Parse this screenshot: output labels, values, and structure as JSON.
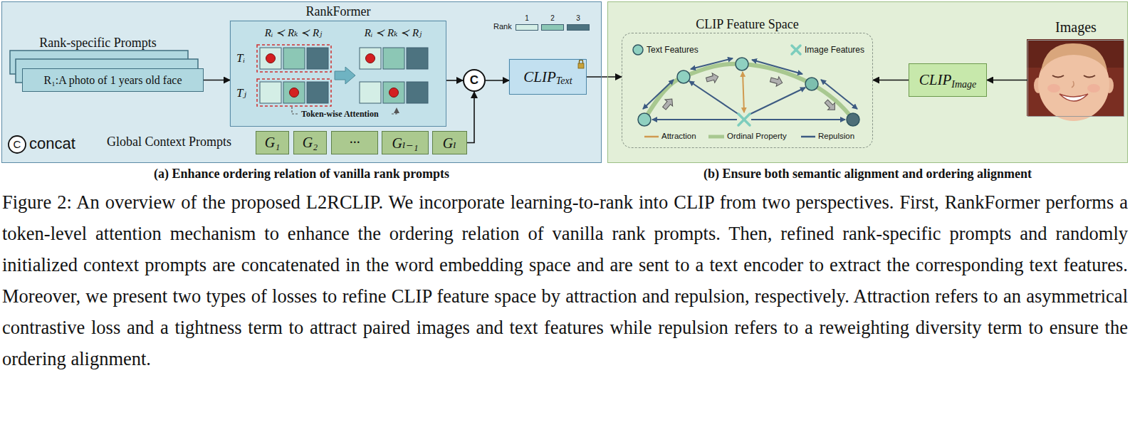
{
  "diagram": {
    "caption": "Figure 2: An overview of the proposed L2RCLIP. We incorporate learning-to-rank into CLIP from two perspectives. First, RankFormer performs a token-level attention mechanism to enhance the ordering relation of vanilla rank prompts. Then, refined rank-specific prompts and randomly initialized context prompts are concatenated in the word embedding space and are sent to a text encoder to extract the corresponding text features. Moreover, we present two types of losses to refine CLIP feature space by attraction and repulsion, respectively. Attraction refers to an asymmetrical contrastive loss and a tightness term to attract paired images and text features while repulsion refers to a reweighting diversity term to ensure the ordering alignment.",
    "nodes": [
      {
        "text": [
          "(a) Enhance ordering relation of vanilla rank prompts"
        ]
      },
      {
        "text": [
          "Rank-specific Prompts",
          "R₁:A photo of 1 years old face"
        ],
        "in": 0
      },
      {
        "text": [
          "RankFormer"
        ],
        "in": 0
      },
      {
        "text": [
          "C"
        ],
        "in": 0
      },
      {
        "text": [
          "CLIP",
          "Text"
        ],
        "in": 0
      },
      {
        "text": [
          "G₁"
        ],
        "in": 0
      },
      {
        "text": [
          "G₂"
        ],
        "in": 0
      },
      {
        "text": [
          "···"
        ],
        "in": 0
      },
      {
        "text": [
          "Gₗ₋₁"
        ],
        "in": 0
      },
      {
        "text": [
          "Gₗ"
        ],
        "in": 0
      },
      {
        "text": [
          "(b) Ensure both semantic alignment and ordering alignment"
        ]
      },
      {
        "text": [
          "CLIP Feature Space"
        ],
        "in": 10
      },
      {
        "text": [
          "CLIP",
          "Image"
        ],
        "in": 10
      },
      {
        "text": [
          "Images"
        ],
        "in": 10
      }
    ],
    "edges": [
      {
        "from": 1,
        "to": 2,
        "arrow": "to"
      },
      {
        "from": 2,
        "to": 3,
        "arrow": "to"
      },
      {
        "from": 9,
        "to": 3,
        "arrow": "to"
      },
      {
        "from": 3,
        "to": 4,
        "arrow": "to"
      },
      {
        "from": 4,
        "to": 11,
        "arrow": "to"
      },
      {
        "from": 13,
        "to": 12,
        "arrow": "to"
      },
      {
        "from": 12,
        "to": 11,
        "arrow": "to"
      }
    ],
    "labels": [
      "Rank",
      "Rᵢ ≺ Rₖ ≺ Rⱼ",
      "Rᵢ ≺ Rₖ ≺ Rⱼ",
      "Tᵢ",
      "Tⱼ",
      "Token-wise Attention",
      "Global Context Prompts",
      "C"
    ],
    "legend": [
      {
        "text": "1",
        "color": "#d4eee6"
      },
      {
        "text": "2",
        "color": "#8cc7b5"
      },
      {
        "text": "3",
        "color": "#4d7380"
      },
      {
        "text": "concat"
      },
      {
        "text": "Text Features"
      },
      {
        "text": "Image Features"
      },
      {
        "text": "Attraction"
      },
      {
        "text": "Ordinal Property"
      },
      {
        "text": "Repulsion"
      }
    ]
  }
}
